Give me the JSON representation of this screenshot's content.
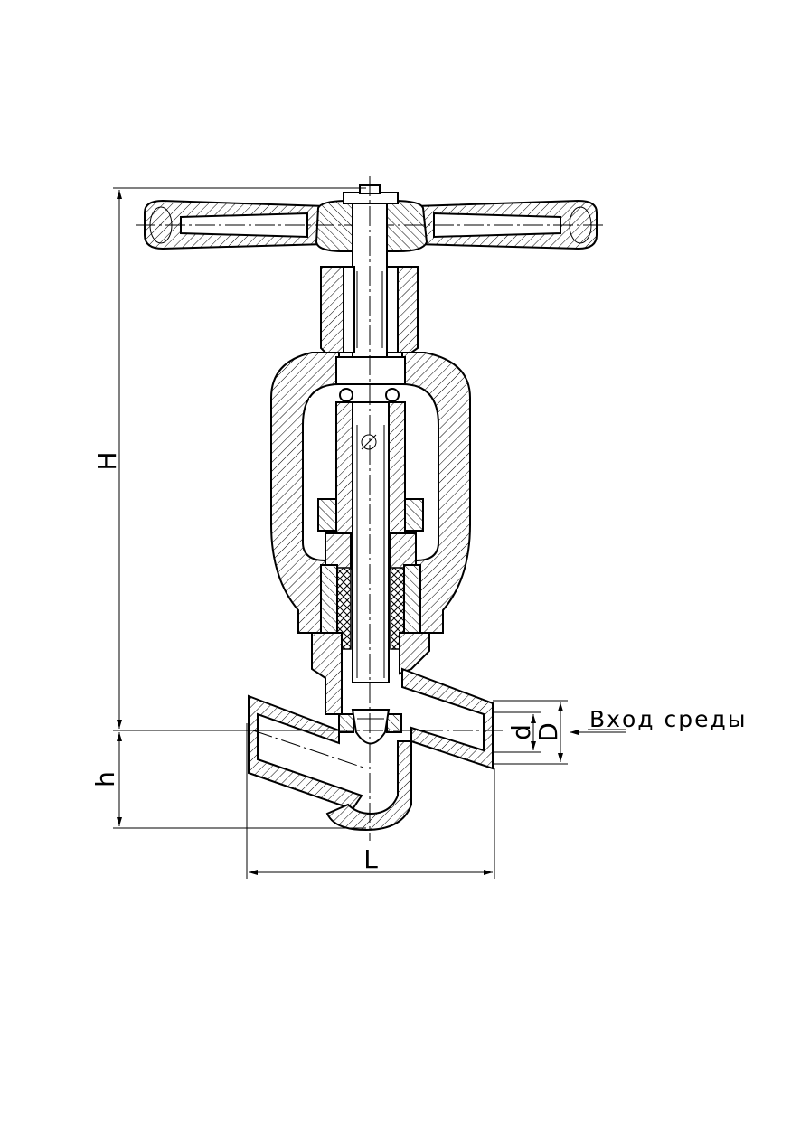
{
  "drawing": {
    "dimension_labels": {
      "height": "H",
      "length": "L",
      "bottom_height": "h",
      "inner_diameter": "d",
      "outer_diameter": "D"
    },
    "flow_label": "Вход среды"
  }
}
